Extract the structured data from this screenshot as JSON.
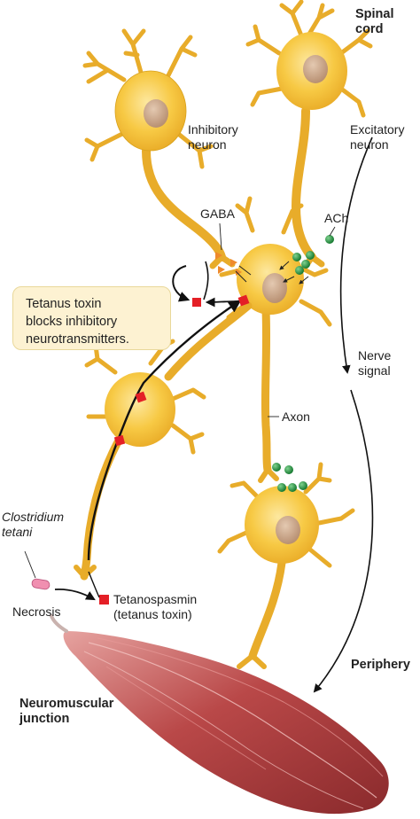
{
  "labels": {
    "spinal_cord": [
      "Spinal",
      "cord"
    ],
    "inhibitory_neuron": [
      "Inhibitory",
      "neuron"
    ],
    "excitatory_neuron": [
      "Excitatory",
      "neuron"
    ],
    "gaba": "GABA",
    "ach": "ACh",
    "nerve_signal": [
      "Nerve",
      "signal"
    ],
    "axon": "Axon",
    "clostridium": [
      "Clostridium",
      "tetani"
    ],
    "necrosis": "Necrosis",
    "tetanospasmin": [
      "Tetanospasmin",
      "(tetanus toxin)"
    ],
    "periphery": "Periphery",
    "neuromuscular_junction": [
      "Neuromuscular",
      "junction"
    ]
  },
  "callout": [
    "Tetanus toxin",
    "blocks inhibitory",
    "neurotransmitters."
  ],
  "colors": {
    "neuron_fill": "#f6c842",
    "neuron_outline": "#d9a21c",
    "nucleus": "#c9a88a",
    "toxin": "#e41f26",
    "gaba_triangle": "#ef8a2c",
    "ach_dot": "#1f9a3e",
    "muscle": "#b84545",
    "callout_bg": "#fdf2d2"
  }
}
